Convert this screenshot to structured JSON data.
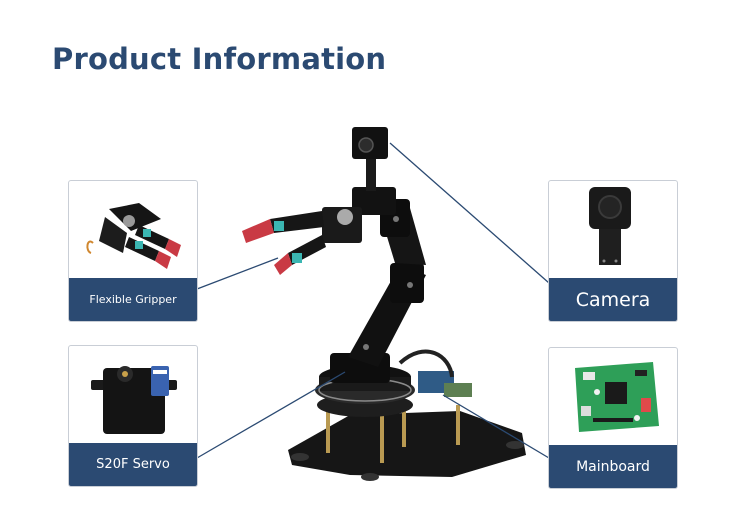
{
  "title": "Product Information",
  "colors": {
    "accent": "#2b4a72",
    "card_border": "#c9ced6",
    "background": "#ffffff"
  },
  "callouts": {
    "gripper": {
      "label": "Flexible Gripper",
      "icon": "gripper-image"
    },
    "servo": {
      "label": "S20F Servo",
      "icon": "servo-image"
    },
    "camera": {
      "label": "Camera",
      "icon": "camera-image"
    },
    "mainboard": {
      "label": "Mainboard",
      "icon": "mainboard-image"
    }
  }
}
